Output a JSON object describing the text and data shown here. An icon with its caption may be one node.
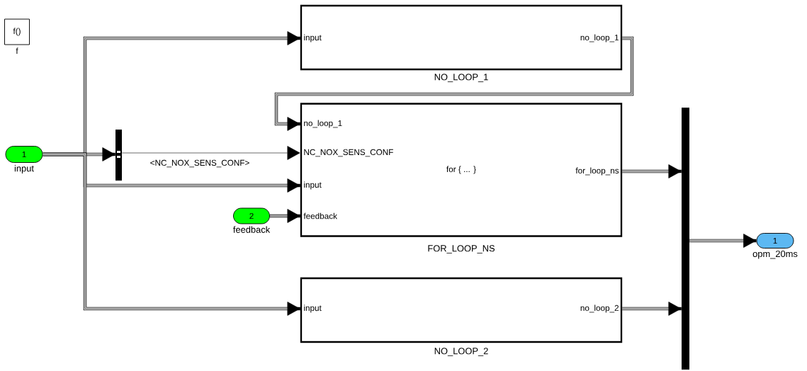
{
  "diagram": {
    "nodes": [
      {
        "text": [
          "f()",
          "f"
        ]
      },
      {
        "text": [
          "1",
          "input"
        ]
      },
      {
        "text": [],
        "shape": "bar"
      },
      {
        "text": [
          "input",
          "no_loop_1",
          "NO_LOOP_1"
        ]
      },
      {
        "text": [
          "no_loop_1",
          "NC_NOX_SENS_CONF",
          "input",
          "feedback",
          "for { ... }",
          "for_loop_ns",
          "FOR_LOOP_NS"
        ]
      },
      {
        "text": [
          "2",
          "feedback"
        ]
      },
      {
        "text": [
          "input",
          "no_loop_2",
          "NO_LOOP_2"
        ]
      },
      {
        "text": [],
        "shape": "bar"
      },
      {
        "text": [
          "1",
          "opm_20ms"
        ]
      }
    ],
    "edges": [
      {
        "from": 1,
        "to": 3,
        "arrow": "to"
      },
      {
        "from": 1,
        "to": 2,
        "arrow": "to"
      },
      {
        "from": 2,
        "to": 4,
        "arrow": "to",
        "label": "<NC_NOX_SENS_CONF>"
      },
      {
        "from": 1,
        "to": 4,
        "arrow": "to"
      },
      {
        "from": 1,
        "to": 6,
        "arrow": "to"
      },
      {
        "from": 3,
        "to": 4,
        "arrow": "to"
      },
      {
        "from": 5,
        "to": 4,
        "arrow": "to"
      },
      {
        "from": 4,
        "to": 7,
        "arrow": "to"
      },
      {
        "from": 6,
        "to": 7,
        "arrow": "to"
      },
      {
        "from": 7,
        "to": 8,
        "arrow": "to"
      }
    ]
  }
}
